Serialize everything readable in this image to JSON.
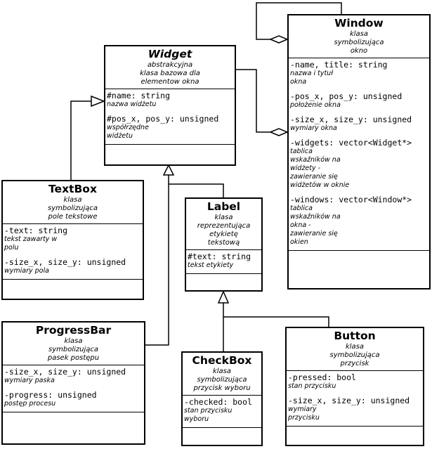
{
  "classes": {
    "widget": {
      "name": "Widget",
      "stereotype": [
        "abstrakcyjna",
        "klasa bazowa dla",
        "elementow okna"
      ],
      "attributes": [
        {
          "sig": "#name: string",
          "desc": [
            "nazwa widżetu"
          ]
        },
        {
          "sig": "#pos_x, pos_y: unsigned",
          "desc": [
            "współrzędne",
            "widżetu"
          ]
        }
      ]
    },
    "window": {
      "name": "Window",
      "stereotype": [
        "klasa",
        "symbolizująca",
        "okno"
      ],
      "attributes": [
        {
          "sig": "-name, title: string",
          "desc": [
            "nazwa i tytuł",
            "okna"
          ]
        },
        {
          "sig": "-pos_x, pos_y: unsigned",
          "desc": [
            "położenie okna"
          ]
        },
        {
          "sig": "-size_x, size_y: unsigned",
          "desc": [
            "wymiary okna"
          ]
        },
        {
          "sig": "-widgets: vector<Widget*>",
          "desc": [
            "tablica",
            "wskaźników na",
            "widżety -",
            "zawieranie się",
            "widżetów w oknie"
          ]
        },
        {
          "sig": "-windows: vector<Window*>",
          "desc": [
            "tablica",
            "wskaźników na",
            "okna -",
            "zawieranie się",
            "okien"
          ]
        }
      ]
    },
    "textbox": {
      "name": "TextBox",
      "stereotype": [
        "klasa",
        "symbolizująca",
        "pole tekstowe"
      ],
      "attributes": [
        {
          "sig": "-text: string",
          "desc": [
            "tekst zawarty w",
            "polu"
          ]
        },
        {
          "sig": "-size_x, size_y: unsigned",
          "desc": [
            "wymiary pola"
          ]
        }
      ]
    },
    "label": {
      "name": "Label",
      "stereotype": [
        "klasa",
        "reprezentująca",
        "etykietę",
        "tekstową"
      ],
      "attributes": [
        {
          "sig": "#text: string",
          "desc": [
            "tekst etykiety"
          ]
        }
      ]
    },
    "progressbar": {
      "name": "ProgressBar",
      "stereotype": [
        "klasa",
        "symbolizująca",
        "pasek postępu"
      ],
      "attributes": [
        {
          "sig": "-size_x, size_y: unsigned",
          "desc": [
            "wymiary paska"
          ]
        },
        {
          "sig": "-progress: unsigned",
          "desc": [
            "postęp procesu"
          ]
        }
      ]
    },
    "checkbox": {
      "name": "CheckBox",
      "stereotype": [
        "klasa",
        "symbolizująca",
        "przycisk wyboru"
      ],
      "attributes": [
        {
          "sig": "-checked: bool",
          "desc": [
            "stan przycisku",
            "wyboru"
          ]
        }
      ]
    },
    "button": {
      "name": "Button",
      "stereotype": [
        "klasa",
        "symbolizująca",
        "przycisk"
      ],
      "attributes": [
        {
          "sig": "-pressed: bool",
          "desc": [
            "stan przycisku"
          ]
        },
        {
          "sig": "-size_x, size_y: unsigned",
          "desc": [
            "wymiary",
            "przycisku"
          ]
        }
      ]
    }
  },
  "relations": [
    {
      "from": "textbox",
      "to": "widget",
      "kind": "inheritance"
    },
    {
      "from": "label",
      "to": "widget",
      "kind": "inheritance"
    },
    {
      "from": "progressbar",
      "to": "widget",
      "kind": "inheritance"
    },
    {
      "from": "checkbox",
      "to": "label",
      "kind": "inheritance"
    },
    {
      "from": "button",
      "to": "label",
      "kind": "inheritance"
    },
    {
      "from": "window",
      "to": "widget",
      "kind": "aggregation"
    },
    {
      "from": "window",
      "to": "window",
      "kind": "aggregation"
    }
  ]
}
